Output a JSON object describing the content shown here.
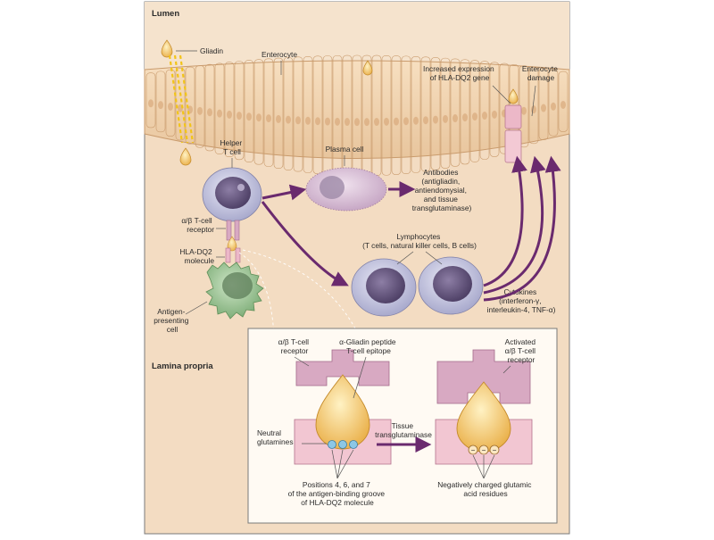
{
  "regions": {
    "lumen": "Lumen",
    "lamina_propria": "Lamina propria"
  },
  "labels": {
    "gliadin": "Gliadin",
    "enterocyte": "Enterocyte",
    "hla_expression": [
      "Increased expression",
      "of HLA-DQ2 gene"
    ],
    "enterocyte_damage": [
      "Enterocyte",
      "damage"
    ],
    "helper_t_cell": [
      "Helper",
      "T cell"
    ],
    "plasma_cell": "Plasma cell",
    "antibodies": [
      "Antibodies",
      "(antigliadin,",
      "antiendomysial,",
      "and tissue",
      "transglutaminase)"
    ],
    "tcell_receptor": [
      "α/β T-cell",
      "receptor"
    ],
    "hla_molecule": [
      "HLA-DQ2",
      "molecule"
    ],
    "lymphocytes": [
      "Lymphocytes",
      "(T cells, natural killer cells, B cells)"
    ],
    "apc": [
      "Antigen-",
      "presenting",
      "cell"
    ],
    "cytokines": [
      "Cytokines",
      "(interferon-γ,",
      "interleukin-4, TNF-α)"
    ]
  },
  "inset": {
    "tcell_receptor": [
      "α/β T-cell",
      "receptor"
    ],
    "epitope": [
      "α-Gliadin peptide",
      "T-cell epitope"
    ],
    "activated_receptor": [
      "Activated",
      "α/β T-cell",
      "receptor"
    ],
    "neutral": [
      "Neutral",
      "glutamines"
    ],
    "transglutaminase": [
      "Tissue",
      "transglutaminase"
    ],
    "positions": [
      "Positions 4, 6, and 7",
      "of the antigen-binding groove",
      "of HLA-DQ2 molecule"
    ],
    "negative": [
      "Negatively charged glutamic",
      "acid residues"
    ],
    "minus_sign": "−"
  },
  "colors": {
    "tissue": "#f3dcc2",
    "frame": "#7a7a7a",
    "arrow": "#6a2a6e",
    "receptor": "#d8a9c2",
    "hla": "#ecb8c8",
    "peptide": "#f3c46a",
    "lymphocyte": "#c7c8e2",
    "plasma": "#d8c0d6",
    "apc": "#9fc79a",
    "enterocyte": "#f0cfa8"
  }
}
